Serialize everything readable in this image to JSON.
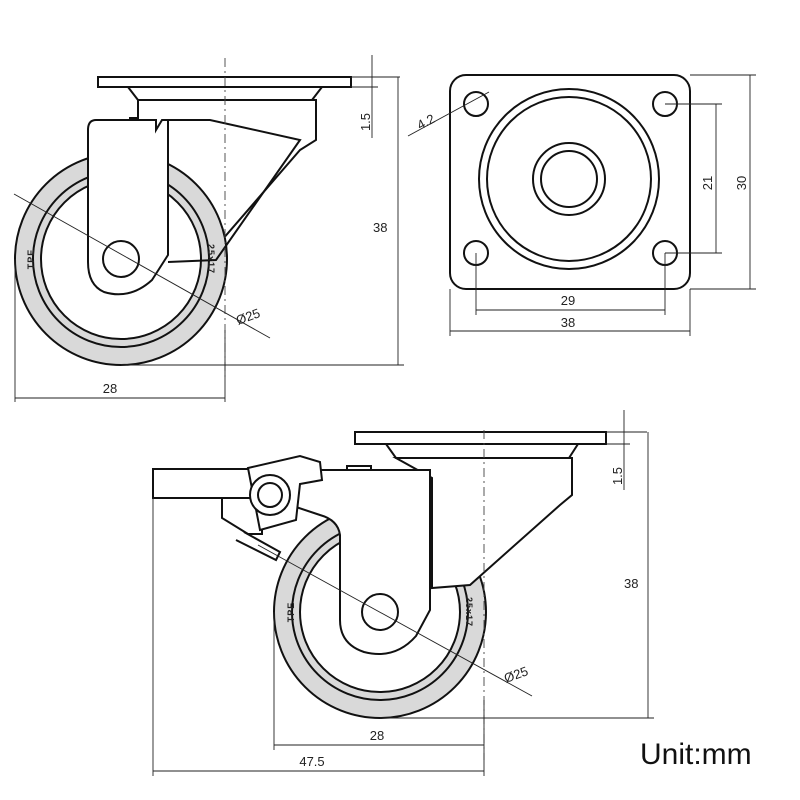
{
  "side_view": {
    "plate_thickness": "1.5",
    "height": "38",
    "width": "28",
    "wheel_diameter": "Ø25",
    "wheel_marking_left": "TPE",
    "wheel_marking_right": "25x17"
  },
  "top_view": {
    "hole_diameter": "4.2",
    "hole_spacing_vertical": "21",
    "plate_height": "30",
    "hole_spacing_horizontal": "29",
    "plate_width": "38"
  },
  "brake_view": {
    "plate_thickness": "1.5",
    "height": "38",
    "wheel_diameter": "Ø25",
    "wheel_width": "28",
    "overall_width": "47.5",
    "wheel_marking_left": "TPE",
    "wheel_marking_right": "25x17"
  },
  "unit_label": "Unit:mm"
}
